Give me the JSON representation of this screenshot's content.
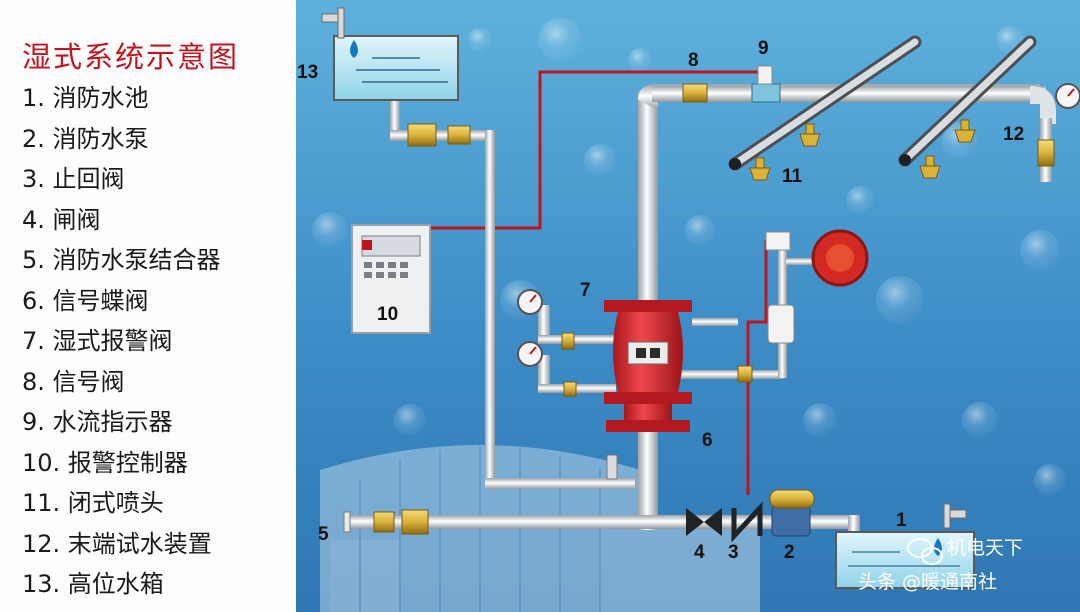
{
  "legend": {
    "title": "湿式系统示意图",
    "items": [
      {
        "label": "1. 消防水池"
      },
      {
        "label": "2. 消防水泵"
      },
      {
        "label": "3. 止回阀"
      },
      {
        "label": "4. 闸阀"
      },
      {
        "label": "5. 消防水泵结合器"
      },
      {
        "label": "6. 信号蝶阀"
      },
      {
        "label": "7. 湿式报警阀"
      },
      {
        "label": "8. 信号阀"
      },
      {
        "label": "9. 水流指示器"
      },
      {
        "label": "10. 报警控制器"
      },
      {
        "label": "11. 闭式喷头"
      },
      {
        "label": "12. 末端试水装置"
      },
      {
        "label": "13. 高位水箱"
      }
    ]
  },
  "diagram": {
    "numbers": {
      "n1": "1",
      "n2": "2",
      "n3": "3",
      "n4": "4",
      "n5": "5",
      "n6": "6",
      "n7": "7",
      "n8": "8",
      "n9": "9",
      "n10": "10",
      "n11": "11",
      "n12": "12",
      "n13": "13"
    },
    "watermark": {
      "account": "机电天下",
      "source": "头条 @暖通南社"
    }
  },
  "colors": {
    "title": "#c0151e",
    "pipe": "#e8eaec",
    "signal_wire": "#c0151e",
    "valve_red": "#d8262c",
    "brass": "#d9b23a",
    "water": "#bfe6f2",
    "background": "#3f8fc8"
  },
  "icons": [
    "water-drop-icon",
    "faucet-icon",
    "pressure-gauge-icon",
    "alarm-bell-icon",
    "sprinkler-head-icon",
    "wechat-icon"
  ]
}
